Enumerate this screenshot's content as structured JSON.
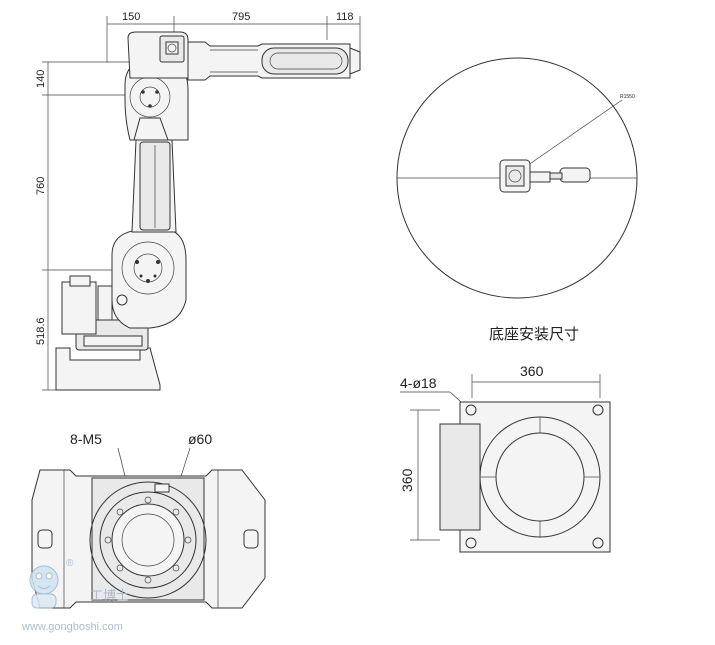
{
  "side_view": {
    "dim_top_1": "150",
    "dim_top_2": "795",
    "dim_top_3": "118",
    "dim_left_1": "140",
    "dim_left_2": "760",
    "dim_left_3": "518.6"
  },
  "workspace_view": {
    "radius_label": "R1550"
  },
  "base_mount": {
    "title": "底座安装尺寸",
    "holes_label": "4-ø18",
    "width_label": "360",
    "height_label": "360"
  },
  "flange_view": {
    "threads_label": "8-M5",
    "diameter_label": "ø60"
  },
  "watermark": {
    "brand_cn": "工博士",
    "url": "www.gongboshi.com",
    "registered_mark": "®"
  },
  "colors": {
    "line": "#333333",
    "watermark": "#9fb3c8"
  }
}
